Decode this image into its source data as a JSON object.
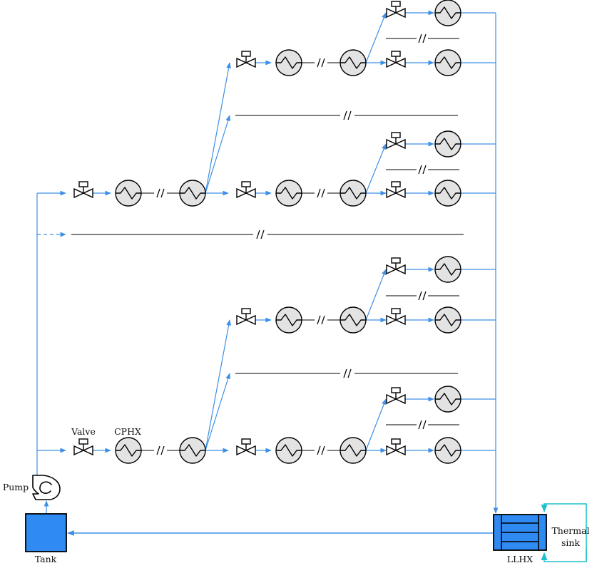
{
  "labels": {
    "valve": "Valve",
    "cphx": "CPHX",
    "pump": "Pump",
    "tank": "Tank",
    "llhx": "LLHX",
    "thermal_sink_line1": "Thermal",
    "thermal_sink_line2": "sink"
  },
  "colors": {
    "flow_line": "#3d8fe6",
    "tank_fill": "#2f8bf2",
    "llhx_fill": "#2f8bf2",
    "sink_loop": "#1fc0cc",
    "hx_fill": "#e3e3e3",
    "stroke": "#000000"
  },
  "icons": {
    "valve": "valve-icon",
    "heat_exchanger": "heat-exchanger-icon",
    "pump": "pump-icon",
    "break": "line-break-icon"
  }
}
